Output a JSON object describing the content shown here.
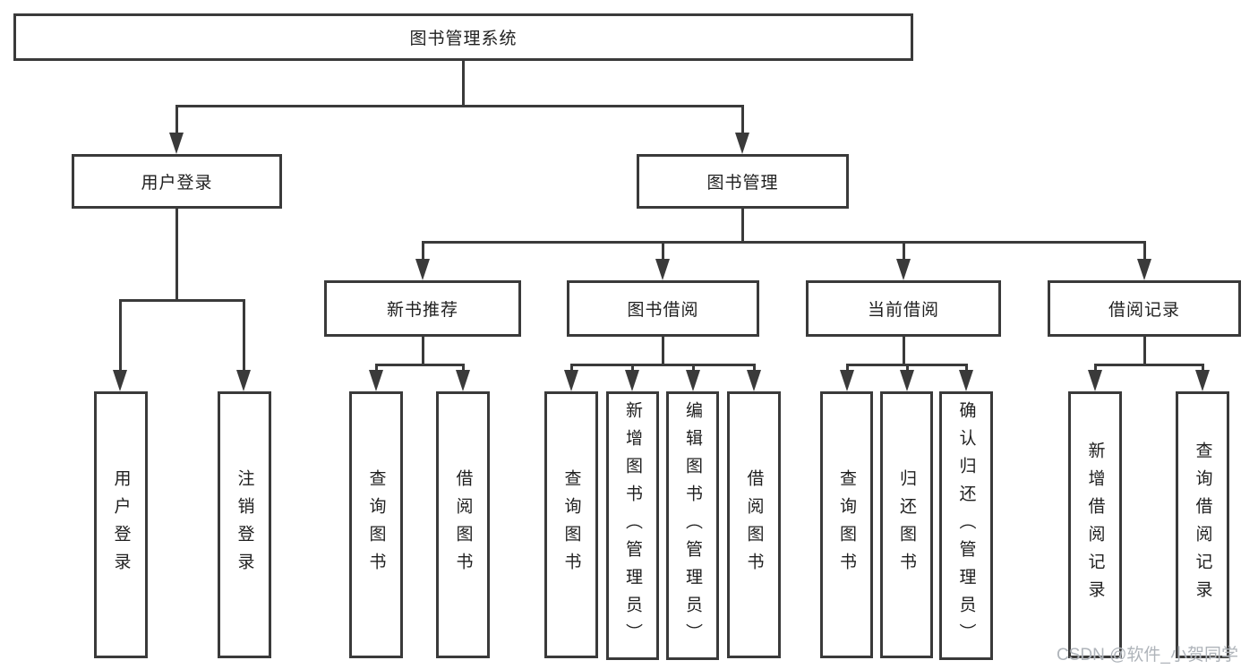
{
  "diagram": {
    "type": "hierarchy-tree",
    "title": "图书管理系统",
    "line_color": "#3a3a3a",
    "box_border_color": "#3a3a3a",
    "text_color": "#1f1f1f",
    "background_color": "#ffffff"
  },
  "nodes": {
    "root": "图书管理系统",
    "userLogin": "用户登录",
    "bookMgmt": "图书管理",
    "newBookRec": "新书推荐",
    "bookBorrow": "图书借阅",
    "currentBorrow": "当前借阅",
    "borrowRecords": "借阅记录",
    "leafUserLogin": "用户登录",
    "leafLogout": "注销登录",
    "leafQueryBookA": "查询图书",
    "leafBorrowBookA": "借阅图书",
    "leafQueryBookB": "查询图书",
    "leafAddBook": "新增图书（管理员）",
    "leafEditBook": "编辑图书（管理员）",
    "leafBorrowBookB": "借阅图书",
    "leafQueryBookC": "查询图书",
    "leafReturnBook": "归还图书",
    "leafConfirmReturn": "确认归还（管理员）",
    "leafAddRecord": "新增借阅记录",
    "leafQueryRecord": "查询借阅记录"
  },
  "hierarchy": {
    "图书管理系统": {
      "用户登录": [
        "用户登录",
        "注销登录"
      ],
      "图书管理": {
        "新书推荐": [
          "查询图书",
          "借阅图书"
        ],
        "图书借阅": [
          "查询图书",
          "新增图书（管理员）",
          "编辑图书（管理员）",
          "借阅图书"
        ],
        "当前借阅": [
          "查询图书",
          "归还图书",
          "确认归还（管理员）"
        ],
        "借阅记录": [
          "新增借阅记录",
          "查询借阅记录"
        ]
      }
    }
  },
  "watermark": {
    "text": "CSDN @软件_小贺同学",
    "color": "#abb0b6"
  }
}
